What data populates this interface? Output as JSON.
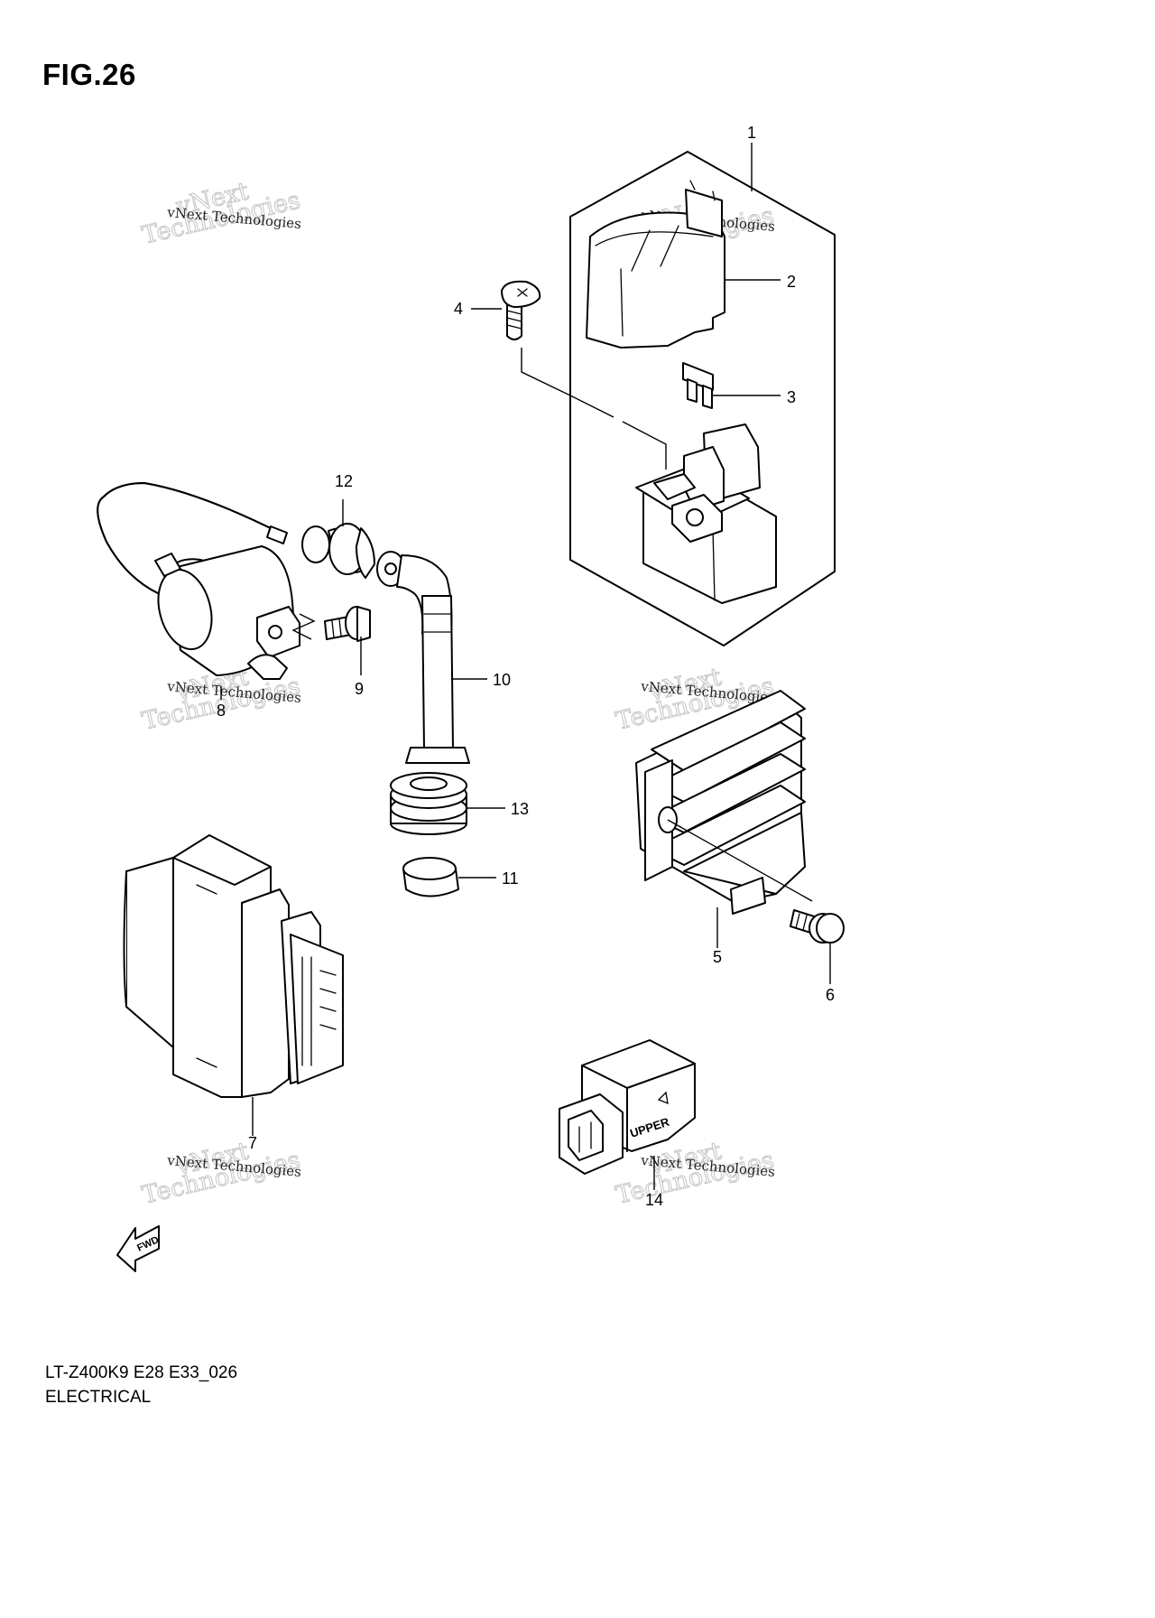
{
  "figure": {
    "title": "FIG.26",
    "model_code": "LT-Z400K9 E28 E33_026",
    "section_name": "ELECTRICAL"
  },
  "watermark": {
    "line_small": "vNext Technologies",
    "line_big_1": "vNext",
    "line_big_2": "Technologies"
  },
  "callouts": [
    "1",
    "2",
    "3",
    "4",
    "5",
    "6",
    "7",
    "8",
    "9",
    "10",
    "11",
    "12",
    "13",
    "14"
  ],
  "labels": {
    "fwd": "FWD",
    "upper": "UPPER"
  }
}
